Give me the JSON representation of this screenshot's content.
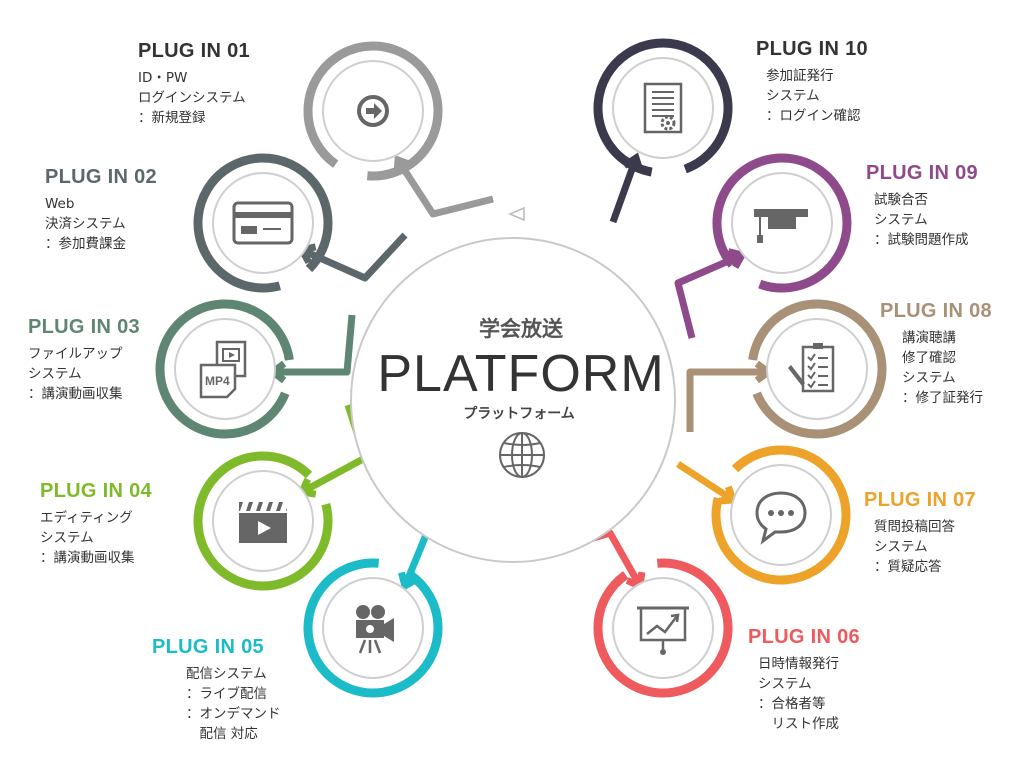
{
  "center": {
    "title_jp": "学会放送",
    "title_en": "PLATFORM",
    "subtitle": "プラットフォーム",
    "icon": "globe-icon"
  },
  "plugins": [
    {
      "id": "01",
      "title": "PLUG IN 01",
      "lines": [
        "ID・PW",
        "ログインシステム",
        "：新規登録"
      ],
      "color": "#9a9a9a",
      "icon": "arrow-right-circle-icon"
    },
    {
      "id": "02",
      "title": "PLUG IN 02",
      "lines": [
        "Web",
        "決済システム",
        "：参加費課金"
      ],
      "color": "#5c676b",
      "icon": "credit-card-icon"
    },
    {
      "id": "03",
      "title": "PLUG IN 03",
      "lines": [
        "ファイルアップ",
        "システム",
        "：講演動画収集"
      ],
      "color": "#5f8672",
      "icon": "mp4-file-icon"
    },
    {
      "id": "04",
      "title": "PLUG IN 04",
      "lines": [
        "エディティング",
        "システム",
        "：講演動画収集"
      ],
      "color": "#7fba2a",
      "icon": "clapperboard-icon"
    },
    {
      "id": "05",
      "title": "PLUG IN 05",
      "lines": [
        "配信システム",
        "：ライブ配信",
        "：オンデマンド",
        "　配信 対応"
      ],
      "color": "#1bbcc8",
      "icon": "video-camera-icon"
    },
    {
      "id": "06",
      "title": "PLUG IN 06",
      "lines": [
        "日時情報発行",
        "システム",
        "：合格者等",
        "　リスト作成"
      ],
      "color": "#ee5a5d",
      "icon": "presentation-chart-icon"
    },
    {
      "id": "07",
      "title": "PLUG IN 07",
      "lines": [
        "質問投稿回答",
        "システム",
        "：質疑応答"
      ],
      "color": "#eda229",
      "icon": "chat-bubble-icon"
    },
    {
      "id": "08",
      "title": "PLUG IN 08",
      "lines": [
        "講演聴講",
        "修了確認",
        "システム",
        "：修了証発行"
      ],
      "color": "#a89177",
      "icon": "checklist-pen-icon"
    },
    {
      "id": "09",
      "title": "PLUG IN 09",
      "lines": [
        "試験合否",
        "システム",
        "：試験問題作成"
      ],
      "color": "#8e4a8b",
      "icon": "graduation-cap-icon"
    },
    {
      "id": "10",
      "title": "PLUG IN 10",
      "lines": [
        "参加証発行",
        "システム",
        "：ログイン確認"
      ],
      "color": "#3a3a4c",
      "icon": "certificate-icon"
    }
  ]
}
